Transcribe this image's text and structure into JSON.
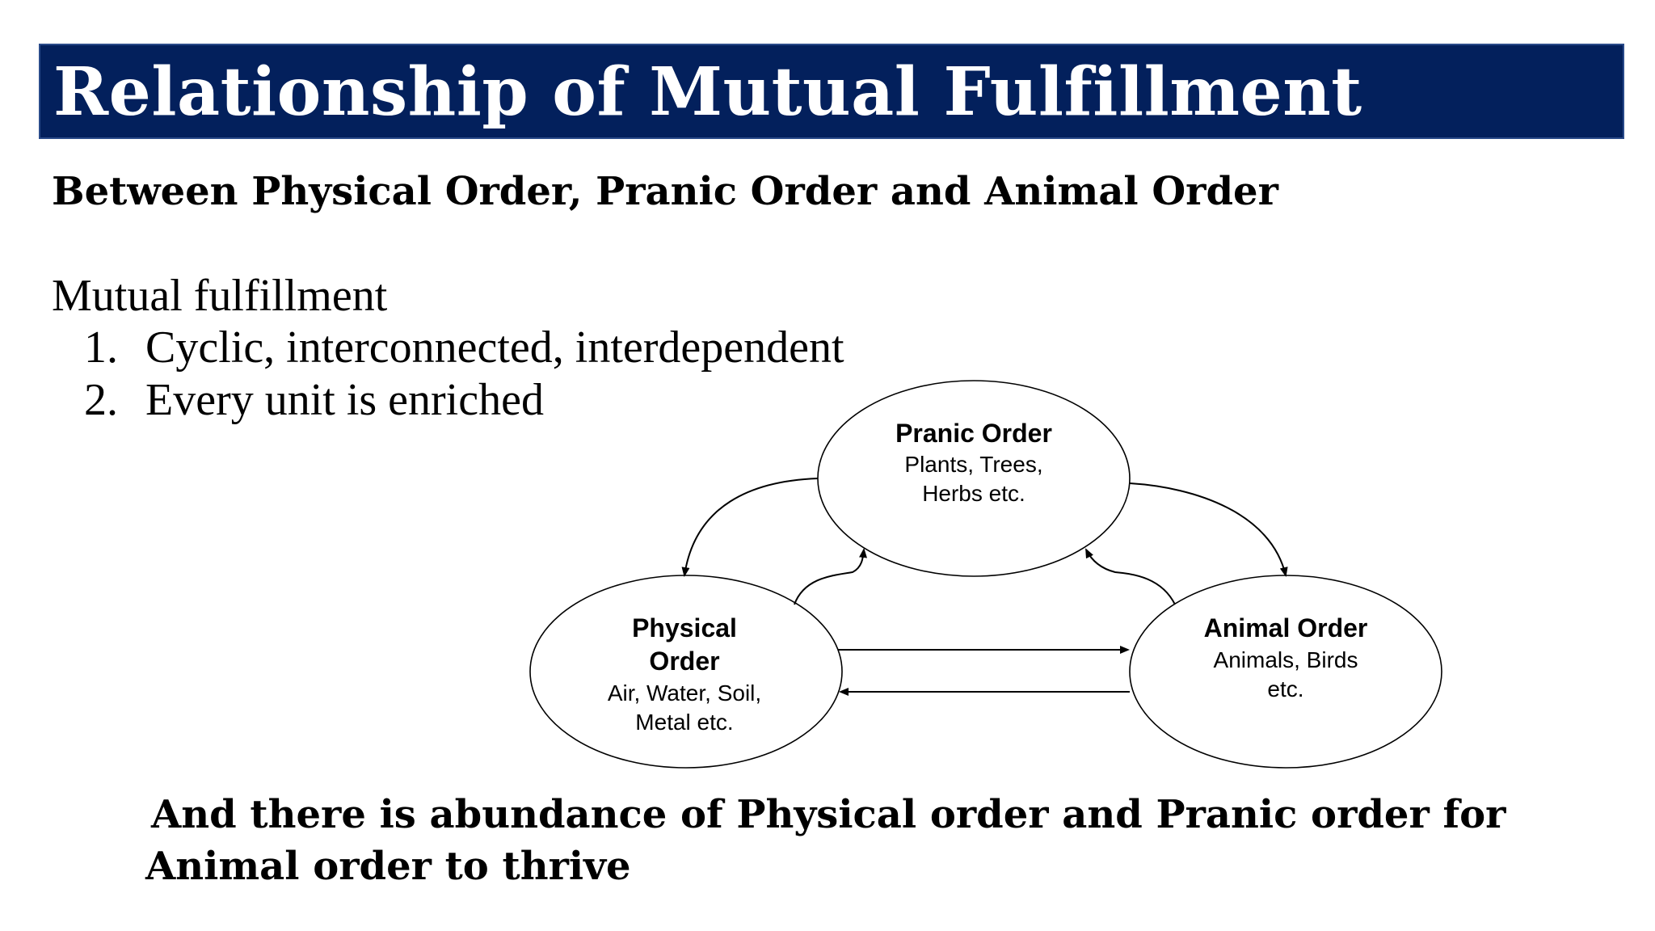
{
  "slide": {
    "title": "Relationship of Mutual Fulfillment",
    "subtitle": "Between Physical Order, Pranic Order and Animal Order",
    "intro": "Mutual fulfillment",
    "points": [
      {
        "num": "1.",
        "text": "Cyclic, interconnected, interdependent"
      },
      {
        "num": "2.",
        "text": "Every unit is enriched"
      }
    ],
    "conclusion_line1": "And there is abundance of Physical order and Pranic order for",
    "conclusion_line2": "Animal order to thrive"
  },
  "diagram": {
    "pranic": {
      "title": "Pranic Order",
      "line1": "Plants, Trees,",
      "line2": "Herbs etc."
    },
    "physical": {
      "title_line1": "Physical",
      "title_line2": "Order",
      "line1": "Air, Water, Soil,",
      "line2": "Metal etc."
    },
    "animal": {
      "title": "Animal Order",
      "line1": "Animals, Birds",
      "line2": "etc."
    }
  },
  "colors": {
    "title_bar": "#03205c",
    "title_text": "#ffffff"
  }
}
